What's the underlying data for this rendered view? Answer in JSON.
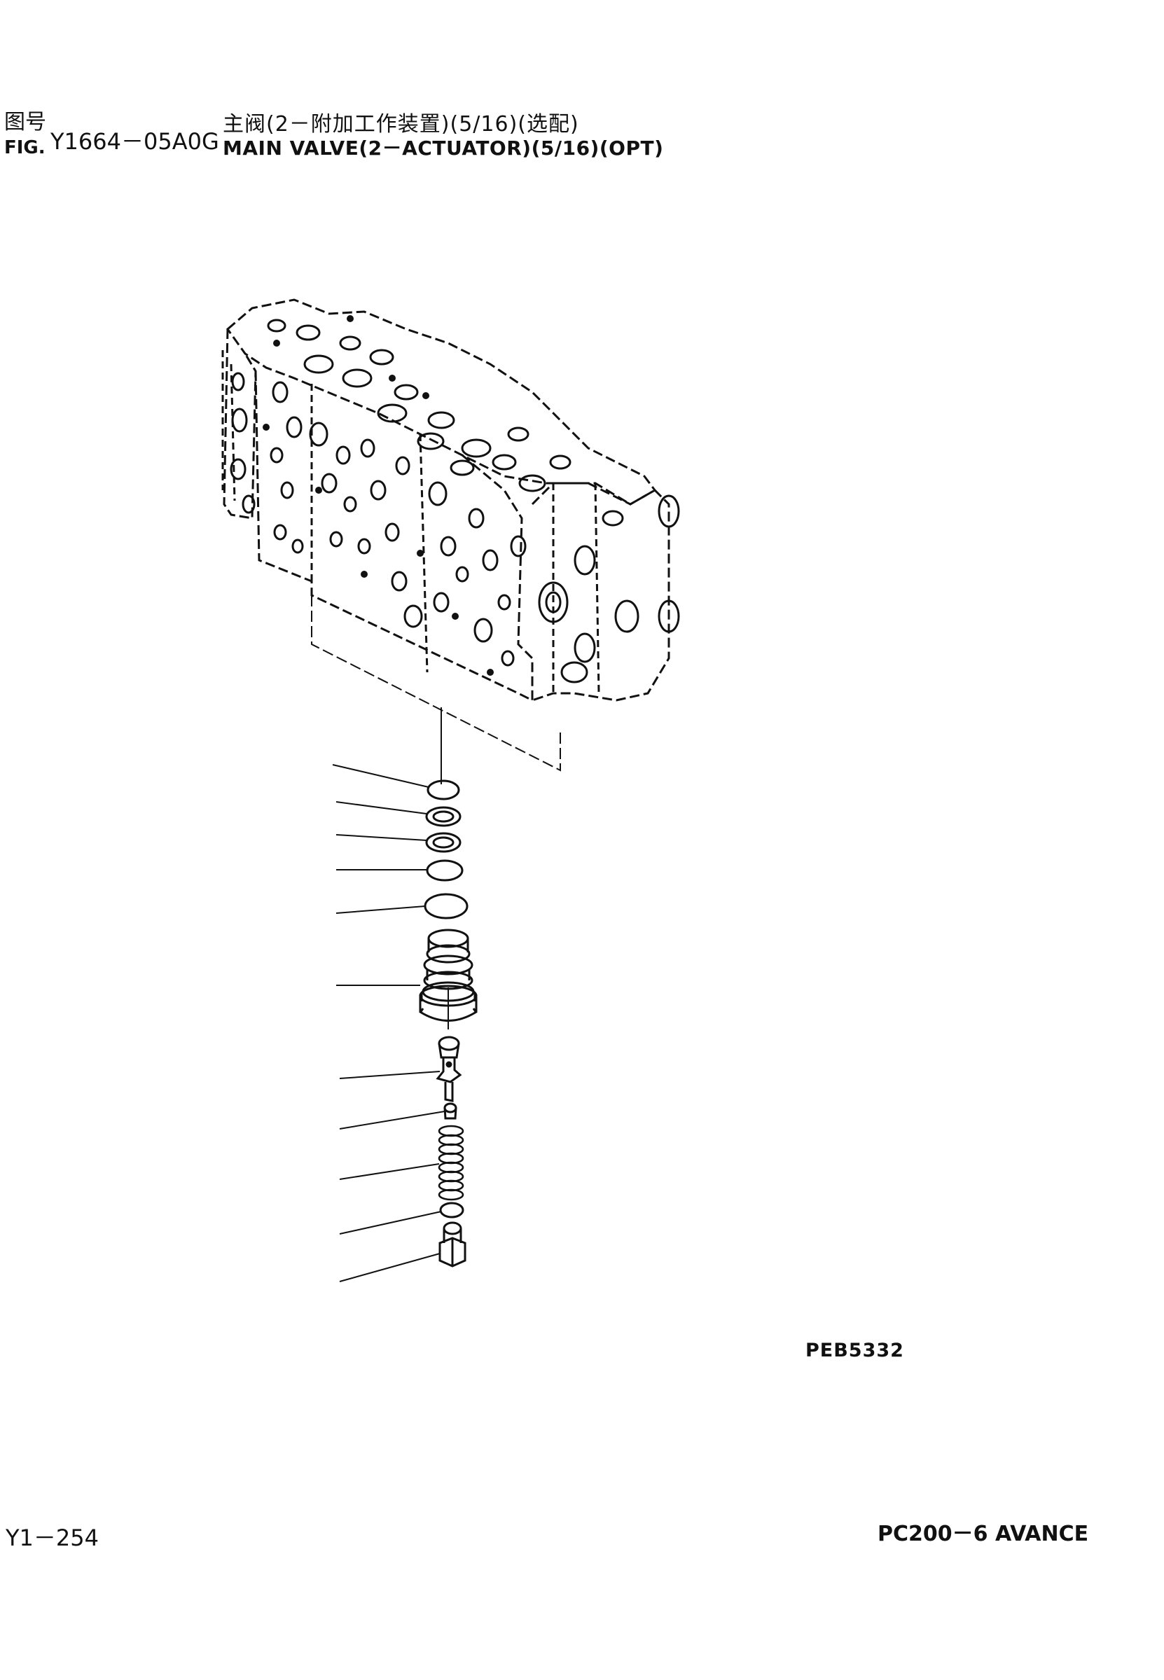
{
  "header": {
    "fig_label_zh": "图号",
    "fig_label_en": "FIG.",
    "fig_number": "Y1664－05A0G",
    "title_zh": "主阀(2－附加工作装置)(5/16)(选配)",
    "title_en": "MAIN VALVE(2－ACTUATOR)(5/16)(OPT)"
  },
  "diagram": {
    "illustration_code": "PEB5332",
    "callout_count": 11
  },
  "footer": {
    "page_number": "Y1－254",
    "model": "PC200－6 AVANCE"
  }
}
